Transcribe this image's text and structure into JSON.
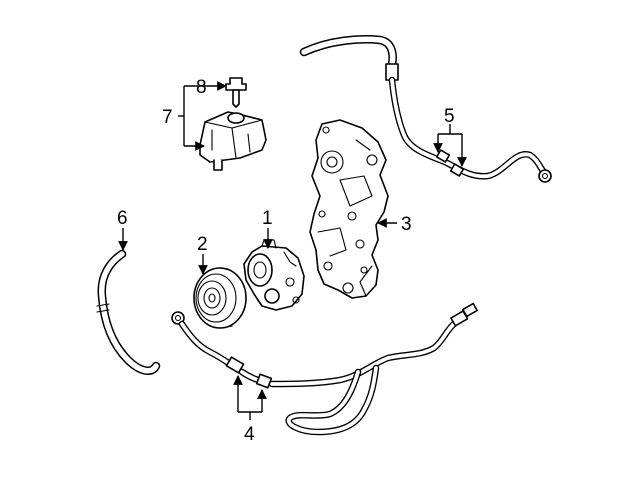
{
  "callouts": {
    "c1": "1",
    "c2": "2",
    "c3": "3",
    "c4": "4",
    "c5": "5",
    "c6": "6",
    "c7": "7",
    "c8": "8"
  },
  "parts": [
    {
      "callout": "1",
      "icon": "power-steering-pump"
    },
    {
      "callout": "2",
      "icon": "pulley"
    },
    {
      "callout": "3",
      "icon": "mounting-bracket"
    },
    {
      "callout": "4",
      "icon": "pressure-hose-assembly"
    },
    {
      "callout": "5",
      "icon": "return-hose-assembly"
    },
    {
      "callout": "6",
      "icon": "supply-hose"
    },
    {
      "callout": "7",
      "icon": "reservoir"
    },
    {
      "callout": "8",
      "icon": "reservoir-cap"
    }
  ],
  "colors": {
    "line": "#000000",
    "fill": "#ffffff",
    "background": "#ffffff"
  }
}
